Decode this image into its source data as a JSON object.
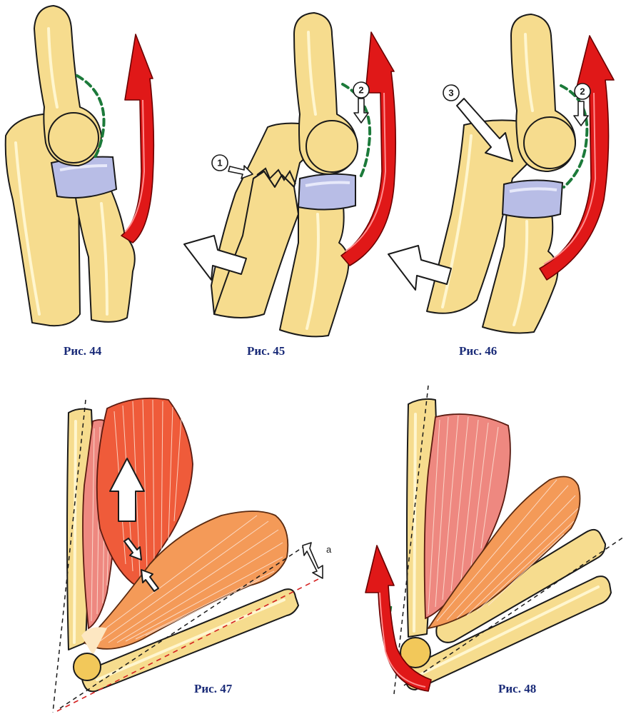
{
  "figures": [
    {
      "caption": "Рис. 44"
    },
    {
      "caption": "Рис. 45"
    },
    {
      "caption": "Рис. 46"
    },
    {
      "caption": "Рис. 47"
    },
    {
      "caption": "Рис. 48"
    }
  ],
  "markers": {
    "fig45_crack": "1",
    "fig45_pressure": "2",
    "fig46_impact": "3",
    "fig46_pressure": "2",
    "fig47_distance": "a"
  },
  "colors": {
    "bone": "#f6dc8e",
    "cartilage": "#b8bde6",
    "ligament_arrow": "#e01818",
    "capsule_dash": "#1c7a3a",
    "caption": "#1a2b78",
    "muscle_red": "#ef5b3a",
    "muscle_pink": "#ee8880",
    "muscle_orange": "#f49a58"
  }
}
